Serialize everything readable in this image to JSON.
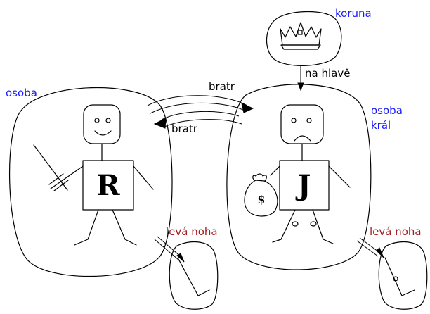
{
  "crown": {
    "label": "koruna"
  },
  "edges": {
    "on_head": "na hlavě",
    "brother_top": "bratr",
    "brother_bottom": "bratr"
  },
  "richard": {
    "type_label": "osoba",
    "letter": "R",
    "leg_label": "levá noha"
  },
  "john": {
    "type_label_1": "osoba",
    "type_label_2": "král",
    "letter": "J",
    "bag_symbol": "$",
    "leg_label": "levá noha"
  },
  "colors": {
    "blue_label": "#1a1aff",
    "red_label": "#a11d22",
    "ink": "#000000"
  }
}
